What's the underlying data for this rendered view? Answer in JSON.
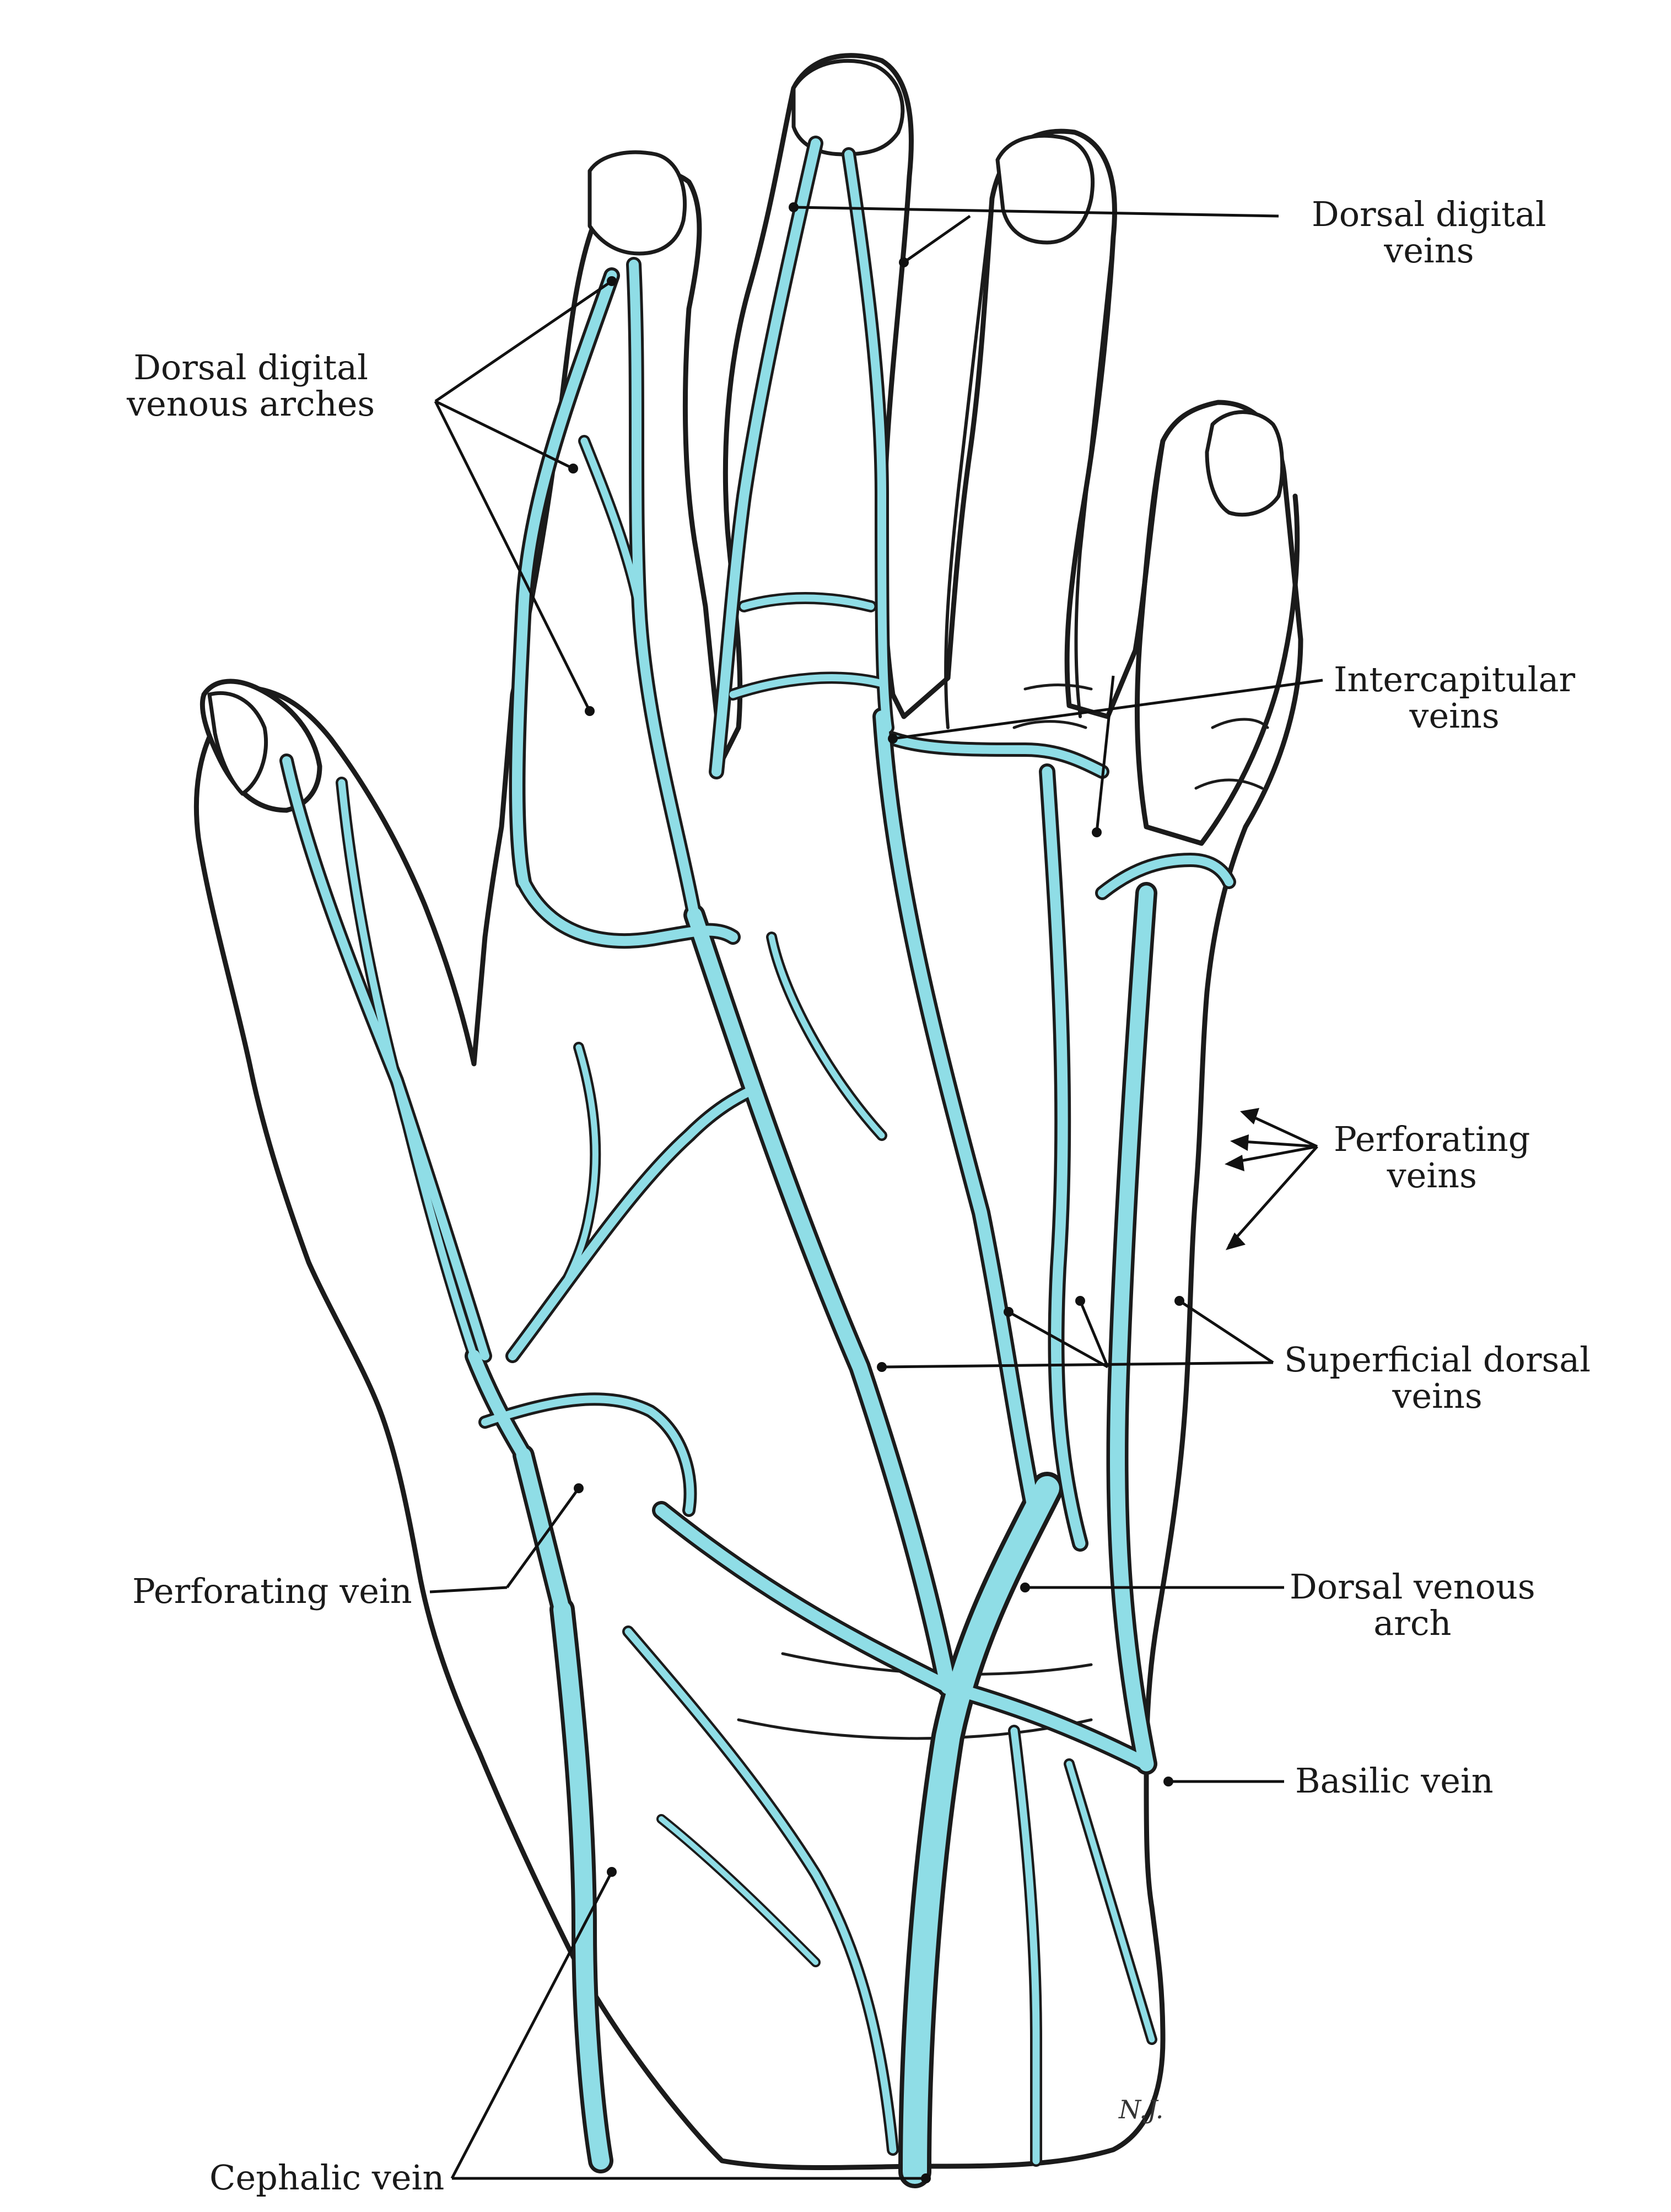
{
  "colors": {
    "vein_fill": "#8fdde6",
    "vein_stroke": "#1b1b1b",
    "outline": "#1b1b1b",
    "skin": "#ffffff",
    "leader": "#111111"
  },
  "labels": {
    "dorsal_digital_veins": [
      "Dorsal digital",
      "veins"
    ],
    "dorsal_digital_venous_arches": [
      "Dorsal digital",
      "venous arches"
    ],
    "intercapitular_veins": [
      "Intercapitular",
      "veins"
    ],
    "perforating_veins": [
      "Perforating",
      "veins"
    ],
    "superficial_dorsal_veins": [
      "Superficial dorsal",
      "veins"
    ],
    "perforating_vein": "Perforating vein",
    "dorsal_venous_arch": [
      "Dorsal venous",
      "arch"
    ],
    "basilic_vein": "Basilic vein",
    "cephalic_vein": "Cephalic vein"
  },
  "signature": "N.J."
}
